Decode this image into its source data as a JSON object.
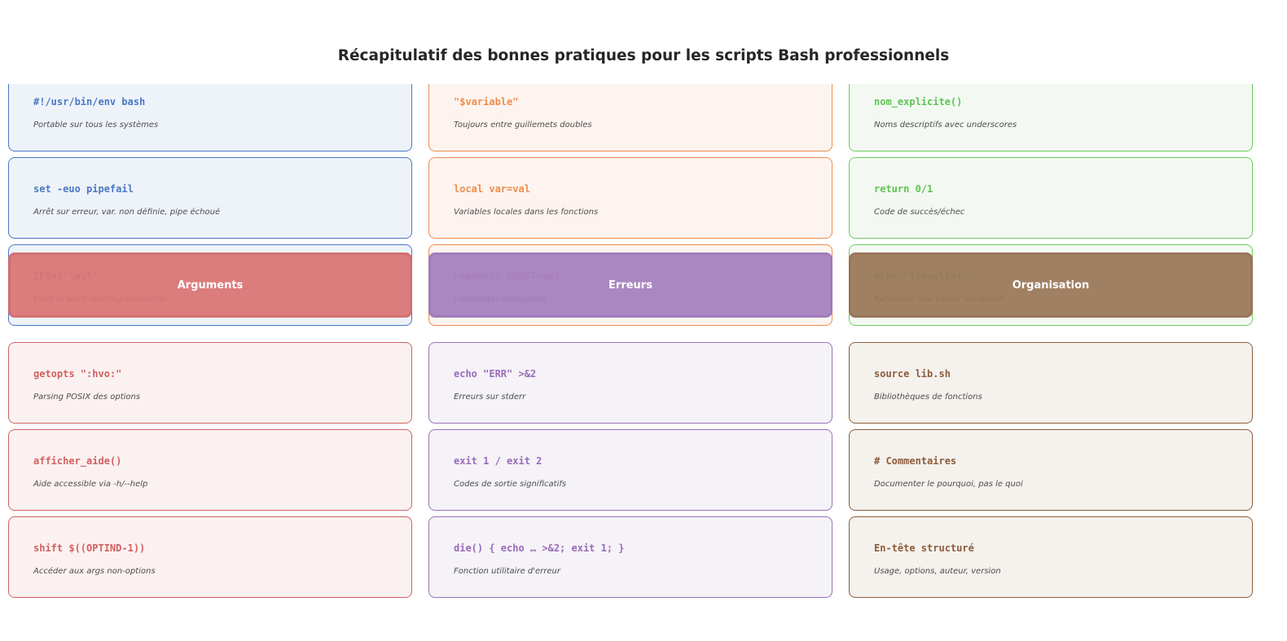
{
  "title": "Récapitulatif des bonnes pratiques pour les scripts Bash professionnels",
  "theme": {
    "blue": {
      "border": "#4a78c4",
      "fill": "#eef3fa",
      "text": "#4a78c4"
    },
    "orange": {
      "border": "#ef8c4c",
      "fill": "#fdf4ef",
      "text": "#ef8c4c"
    },
    "green": {
      "border": "#6ccc62",
      "fill": "#f3f9f2",
      "text": "#5fc455"
    },
    "red": {
      "border": "#d16262",
      "fill": "#fbf1f1",
      "text": "#d35f5f",
      "header": "#da7474",
      "header_border": "#d26868"
    },
    "purple": {
      "border": "#9a70bc",
      "fill": "#f5f2f8",
      "text": "#9a6bb9",
      "header": "#a47fbe",
      "header_border": "#9a73b8"
    },
    "brown": {
      "border": "#8c5d3c",
      "fill": "#f5f1ed",
      "text": "#8c5d3c",
      "header": "#9a7759",
      "header_border": "#946c4e"
    }
  },
  "columns": [
    {
      "top_group": {
        "color": "blue",
        "cards": [
          {
            "code": "#!/usr/bin/env bash",
            "desc": "Portable sur tous les systèmes"
          },
          {
            "code": "set -euo pipefail",
            "desc": "Arrêt sur erreur, var. non définie, pipe échoué"
          },
          {
            "code": "IFS=$'\\n\\t'",
            "desc": "Évite le word splitting accidentel"
          }
        ]
      },
      "header": {
        "label": "Arguments",
        "color": "red"
      },
      "bottom_group": {
        "color": "red",
        "cards": [
          {
            "code": "getopts \":hvo:\"",
            "desc": "Parsing POSIX des options"
          },
          {
            "code": "afficher_aide()",
            "desc": "Aide accessible via -h/--help"
          },
          {
            "code": "shift $((OPTIND-1))",
            "desc": "Accéder aux args non-options"
          }
        ]
      }
    },
    {
      "top_group": {
        "color": "orange",
        "cards": [
          {
            "code": "\"$variable\"",
            "desc": "Toujours entre guillemets doubles"
          },
          {
            "code": "local var=val",
            "desc": "Variables locales dans les fonctions"
          },
          {
            "code": "readonly CONST=val",
            "desc": "Constantes immuables"
          }
        ]
      },
      "header": {
        "label": "Erreurs",
        "color": "purple"
      },
      "bottom_group": {
        "color": "purple",
        "cards": [
          {
            "code": "echo \"ERR\" >&2",
            "desc": "Erreurs sur stderr"
          },
          {
            "code": "exit 1 / exit 2",
            "desc": "Codes de sortie significatifs"
          },
          {
            "code": "die() { echo … >&2; exit 1; }",
            "desc": "Fonction utilitaire d'erreur"
          }
        ]
      }
    },
    {
      "top_group": {
        "color": "green",
        "cards": [
          {
            "code": "nom_explicite()",
            "desc": "Noms descriptifs avec underscores"
          },
          {
            "code": "return 0/1",
            "desc": "Code de succès/échec"
          },
          {
            "code": "echo \"$résultat\"",
            "desc": "Retourner une valeur via stdout"
          }
        ]
      },
      "header": {
        "label": "Organisation",
        "color": "brown"
      },
      "bottom_group": {
        "color": "brown",
        "cards": [
          {
            "code": "source lib.sh",
            "desc": "Bibliothèques de fonctions"
          },
          {
            "code": "# Commentaires",
            "desc": "Documenter le pourquoi, pas le quoi"
          },
          {
            "code": "En-tête structuré",
            "desc": "Usage, options, auteur, version"
          }
        ]
      }
    }
  ]
}
